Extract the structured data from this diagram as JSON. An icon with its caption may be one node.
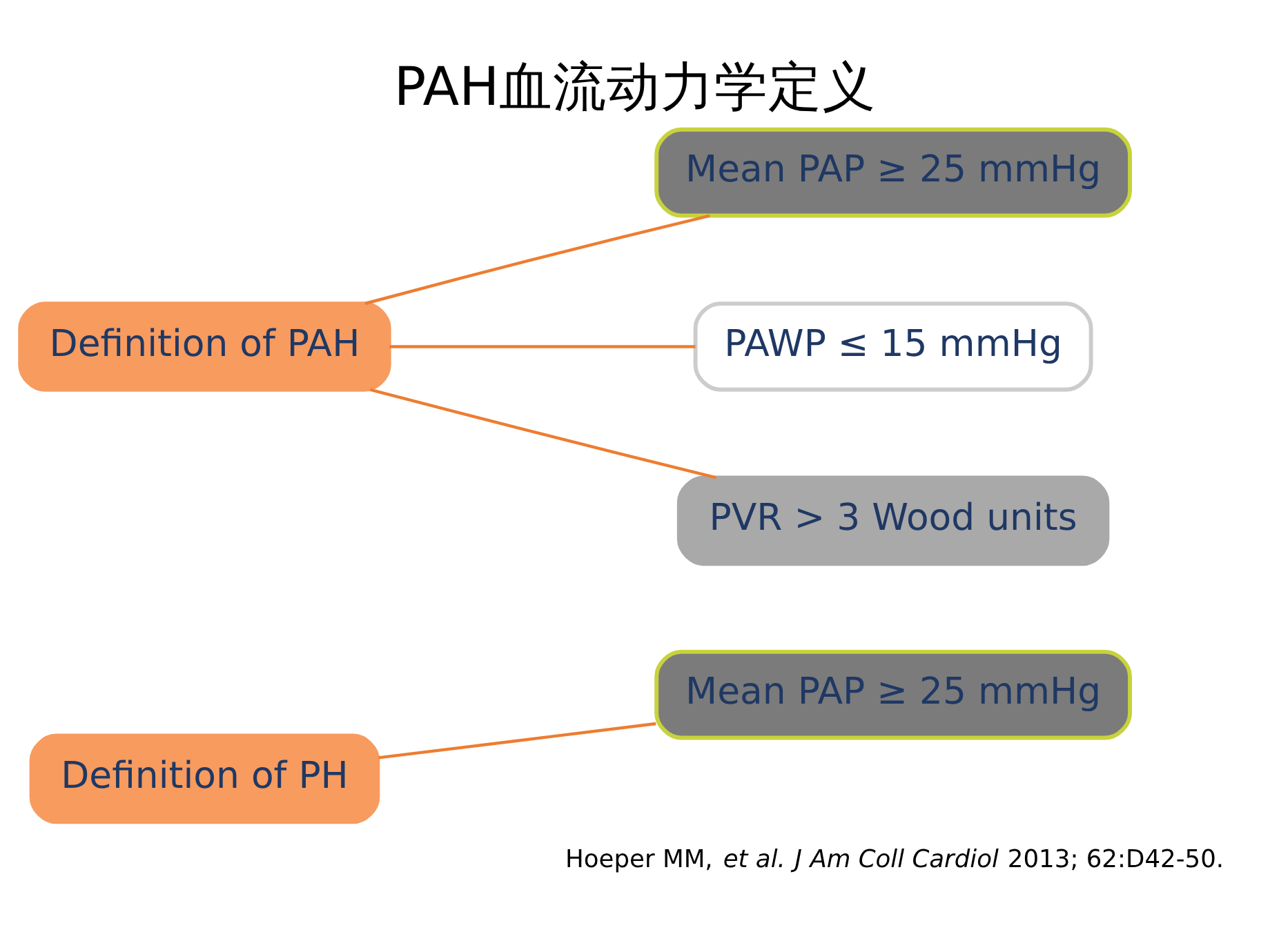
{
  "diagram": {
    "title": "PAH血流动力学定义",
    "nodes": [
      {
        "text": [
          "Definition of PH"
        ]
      },
      {
        "text": [
          "Mean PAP ≥ 25 mmHg"
        ]
      },
      {
        "text": [
          "Definition of PAH"
        ]
      },
      {
        "text": [
          "Mean PAP ≥ 25 mmHg"
        ]
      },
      {
        "text": [
          "PAWP ≤ 15 mmHg"
        ]
      },
      {
        "text": [
          "PVR > 3 Wood units"
        ]
      }
    ],
    "edges": [
      {
        "from": 0,
        "to": 1,
        "arrow": "none"
      },
      {
        "from": 2,
        "to": 3,
        "arrow": "none"
      },
      {
        "from": 2,
        "to": 4,
        "arrow": "none"
      },
      {
        "from": 2,
        "to": 5,
        "arrow": "none"
      }
    ],
    "labels": [
      "Hoeper MM, *et al.* *J Am Coll Cardiol* 2013; 62:D42-50."
    ]
  }
}
